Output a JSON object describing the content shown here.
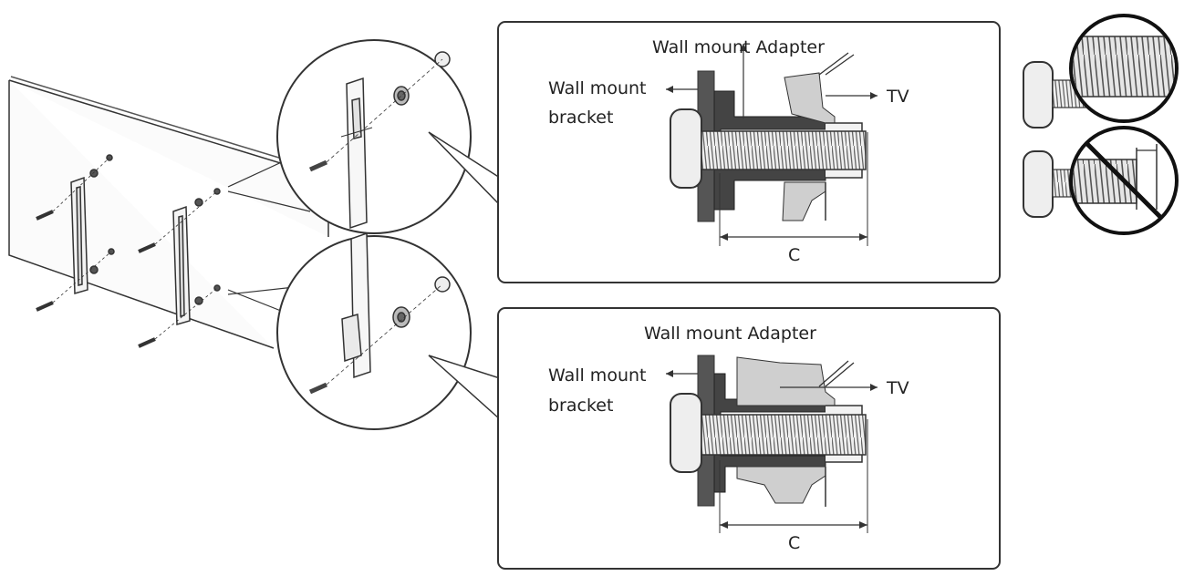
{
  "panels": [
    {
      "adapter_label": "Wall mount Adapter",
      "bracket_label_line1": "Wall mount",
      "bracket_label_line2": "bracket",
      "tv_label": "TV",
      "dimension_label": "C"
    },
    {
      "adapter_label": "Wall mount Adapter",
      "bracket_label_line1": "Wall mount",
      "bracket_label_line2": "bracket",
      "tv_label": "TV",
      "dimension_label": "C"
    }
  ],
  "colors": {
    "line": "#333333",
    "bracket_fill": "#555555",
    "adapter_fill": "#444444",
    "tv_fill": "#cfcfcf",
    "screw_fill": "#e8e8e8"
  },
  "icons": [
    "correct-screw-icon",
    "incorrect-screw-icon"
  ]
}
